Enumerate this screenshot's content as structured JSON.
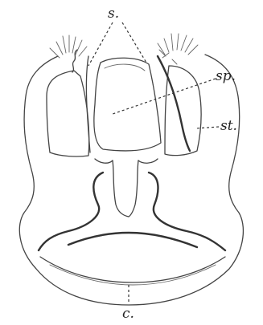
{
  "labels": {
    "s": "s.",
    "sp": "sp.",
    "st": "st.",
    "c": "c."
  },
  "parts": [
    "s",
    "sp",
    "st",
    "c"
  ],
  "colors": {
    "ink": "#444444",
    "background": "#ffffff"
  }
}
